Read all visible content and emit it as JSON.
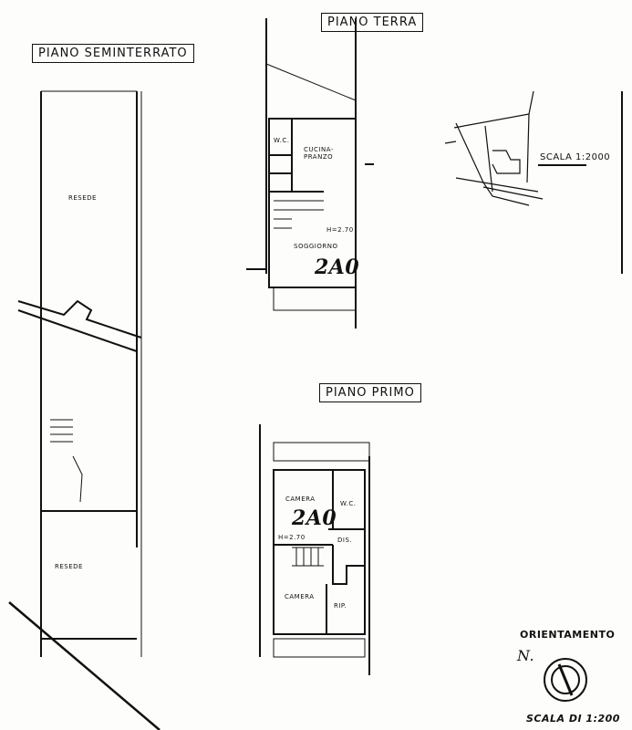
{
  "titles": {
    "seminterrato": "PIANO SEMINTERRATO",
    "terra": "PIANO TERRA",
    "primo": "PIANO PRIMO"
  },
  "rooms": {
    "resede_top": "RESEDE",
    "resede_bottom": "RESEDE",
    "wc_terra": "W.C.",
    "cucina": "CUCINA-PRANZO",
    "h_terra": "H=2.70",
    "soggiorno": "SOGGIORNO",
    "camera_top": "CAMERA",
    "wc_primo": "W.C.",
    "h_primo": "H=2.70",
    "dis": "DIS.",
    "camera_bottom": "CAMERA",
    "rip": "RIP."
  },
  "handwritten": {
    "terra": "2A0",
    "primo": "2A0"
  },
  "scale_site": "SCALA 1:2000",
  "orientation": {
    "label": "ORIENTAMENTO",
    "north": "N.",
    "scale": "SCALA DI 1:200"
  }
}
